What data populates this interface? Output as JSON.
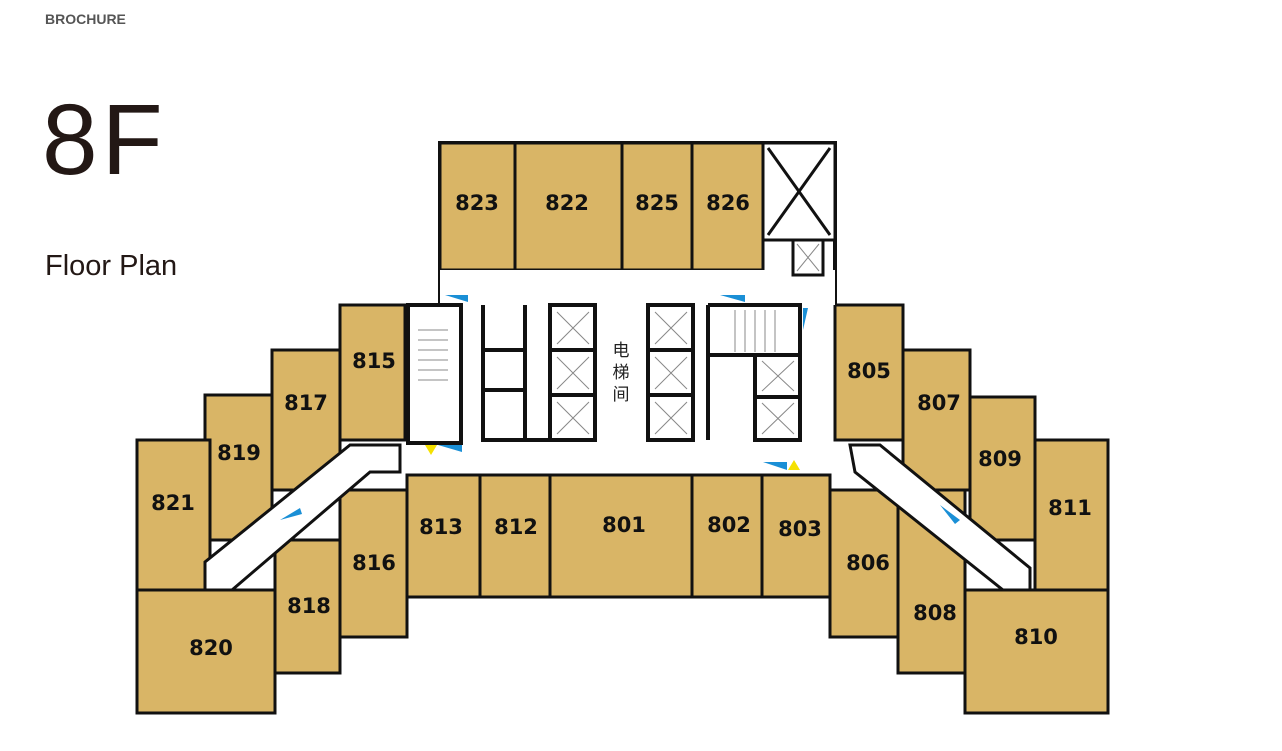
{
  "header": {
    "brand": "BROCHURE",
    "floor": "8F",
    "subtitle": "Floor Plan"
  },
  "core_label": [
    "电",
    "梯",
    "间"
  ],
  "rooms": {
    "r823": "823",
    "r822": "822",
    "r825": "825",
    "r826": "826",
    "r815": "815",
    "r817": "817",
    "r819": "819",
    "r821": "821",
    "r820": "820",
    "r818": "818",
    "r816": "816",
    "r813": "813",
    "r812": "812",
    "r801": "801",
    "r802": "802",
    "r803": "803",
    "r806": "806",
    "r805": "805",
    "r807": "807",
    "r808": "808",
    "r809": "809",
    "r811": "811",
    "r810": "810"
  },
  "colors": {
    "room": "#d9b566",
    "wall": "#111111",
    "sign_blue": "#1a8fd6",
    "sign_yellow": "#f5e100"
  }
}
